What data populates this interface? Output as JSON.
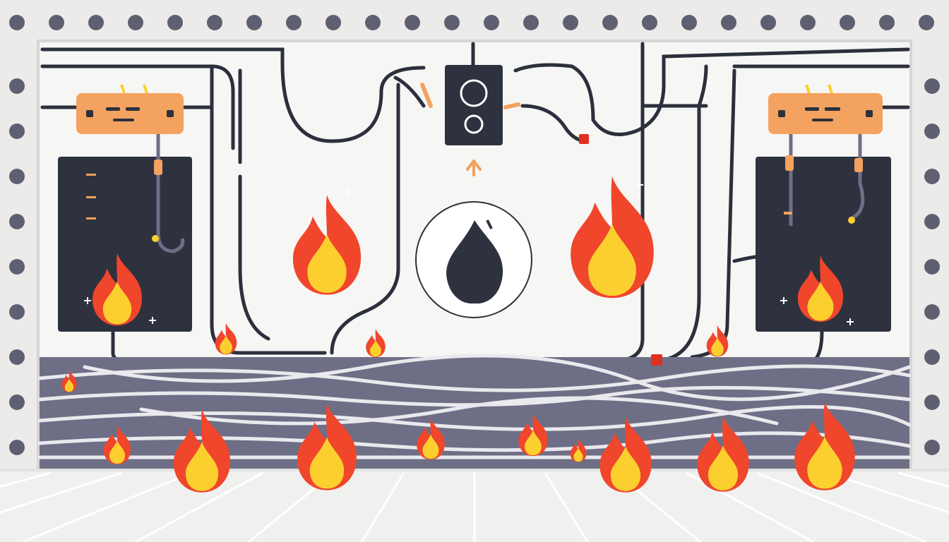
{
  "scene": {
    "subject": "electrical-wiring-fire",
    "elements": {
      "frame": "riveted-metal-frame",
      "junction_boxes": [
        "junction-box-left",
        "junction-box-right"
      ],
      "panels": [
        "electrical-panel-left",
        "electrical-panel-right"
      ],
      "outlet": "wall-outlet",
      "warning_badge": "flame-warning-badge-icon",
      "cable_tray": "cable-tray"
    }
  },
  "colors": {
    "background": "#f3f3f2",
    "frame_light": "#ecebea",
    "frame_border": "#d6d5d4",
    "rivet": "#5e6072",
    "wire": "#2c303c",
    "panel": "#2e323e",
    "junction_box": "#f3a25f",
    "tray": "#6e6f86",
    "tray_wire": "#e9e9ee",
    "flame_outer": "#f0462c",
    "flame_inner": "#fbd02e",
    "connector_red": "#e0301e",
    "arrow_orange": "#f0a060",
    "floor": "#f0f0ef"
  },
  "icons": {
    "flame": "flame-icon",
    "arrow_up": "arrow-up-icon",
    "spark": "spark-icon"
  }
}
